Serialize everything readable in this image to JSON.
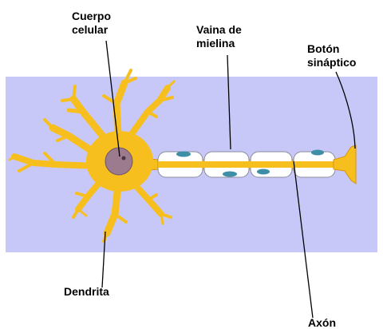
{
  "labels": {
    "cuerpo_celular": [
      "Cuerpo",
      "celular"
    ],
    "vaina_de_mielina": [
      "Vaina de",
      "mielina"
    ],
    "boton_sinaptico": [
      "Botón",
      "sináptico"
    ],
    "dendrita": "Dendrita",
    "axon": "Axón"
  },
  "colors": {
    "background_band": "#c8c8f8",
    "neuron_fill": "#f7bf1e",
    "neuron_outline": "#d9940d",
    "nucleus": "#9b7b8d",
    "myelin_sheath": "#ffffff",
    "myelin_outline": "#8a8a9a",
    "schwann_nucleus": "#3e8ea8",
    "leader_line": "#000000"
  }
}
